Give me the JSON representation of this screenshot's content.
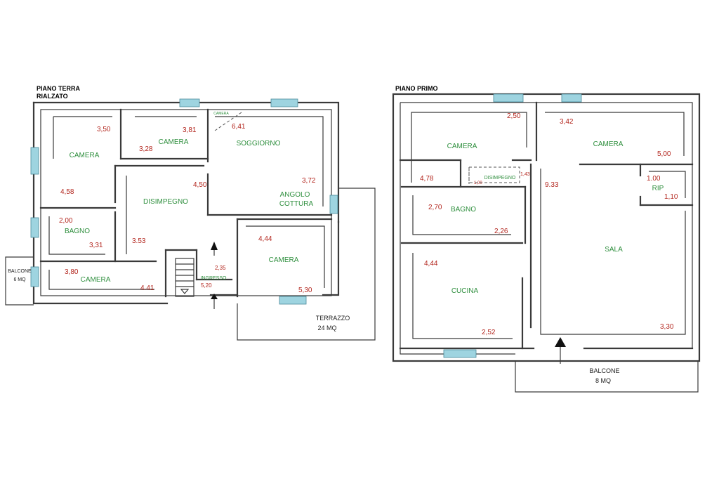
{
  "ground_floor": {
    "title_line1": "PIANO TERRA",
    "title_line2": "RIALZATO",
    "rooms": {
      "camera_nw": "CAMERA",
      "camera_mid": "CAMERA",
      "soggiorno": "SOGGIORNO",
      "disimpegno": "DISIMPEGNO",
      "angolo_line1": "ANGOLO",
      "angolo_line2": "COTTURA",
      "bagno": "BAGNO",
      "camera_se": "CAMERA",
      "camera_sw": "CAMERA",
      "ingresso": "INGRESSO",
      "camera_tiny": "CAMERA"
    },
    "dims": {
      "d350": "3,50",
      "d458": "4,58",
      "d381": "3,81",
      "d328": "3,28",
      "d641": "6,41",
      "d372": "3,72",
      "d450": "4,50",
      "d200": "2,00",
      "d331": "3,31",
      "d353": "3.53",
      "d444": "4,44",
      "d530": "5,30",
      "d380": "3,80",
      "d441": "4.41",
      "d235": "2,35",
      "d520": "5,20"
    },
    "exterior": {
      "balcone_line1": "BALCONE",
      "balcone_line2": "6 MQ",
      "terrazzo_line1": "TERRAZZO",
      "terrazzo_line2": "24 MQ"
    }
  },
  "first_floor": {
    "title": "PIANO PRIMO",
    "rooms": {
      "camera_w": "CAMERA",
      "camera_e": "CAMERA",
      "disimpegno": "DISIMPEGNO",
      "rip": "RIP",
      "bagno": "BAGNO",
      "sala": "SALA",
      "cucina": "CUCINA"
    },
    "dims": {
      "d250": "2,50",
      "d478": "4,78",
      "d342": "3,42",
      "d500": "5,00",
      "d143": "1,43",
      "d100s": "1,00",
      "d933": "9.33",
      "d100": "1.00",
      "d110": "1,10",
      "d270": "2,70",
      "d226": "2,26",
      "d444": "4,44",
      "d252": "2,52",
      "d330": "3,30"
    },
    "exterior": {
      "balcone_line1": "BALCONE",
      "balcone_line2": "8 MQ"
    }
  },
  "colors": {
    "room_label": "#2f8f3e",
    "dimension": "#b3261e",
    "window": "#9ed4e0",
    "wall": "#3a3a3a"
  }
}
